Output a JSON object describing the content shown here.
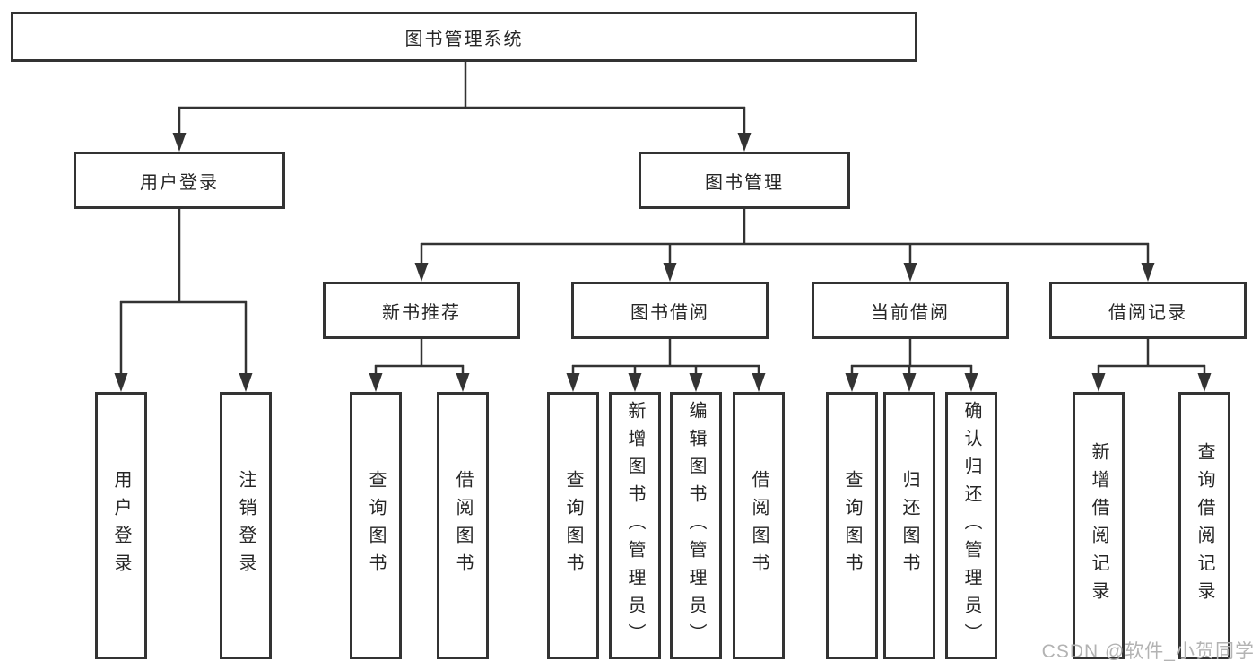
{
  "diagram": {
    "title": "图书管理系统",
    "root": {
      "label": "图书管理系统"
    },
    "level2": [
      {
        "label": "用户登录",
        "children": [
          {
            "label": "用户登录"
          },
          {
            "label": "注销登录"
          }
        ]
      },
      {
        "label": "图书管理",
        "children": [
          {
            "label": "新书推荐",
            "children": [
              {
                "label": "查询图书"
              },
              {
                "label": "借阅图书"
              }
            ]
          },
          {
            "label": "图书借阅",
            "children": [
              {
                "label": "查询图书"
              },
              {
                "label": "新增图书（管理员）"
              },
              {
                "label": "编辑图书（管理员）"
              },
              {
                "label": "借阅图书"
              }
            ]
          },
          {
            "label": "当前借阅",
            "children": [
              {
                "label": "查询图书"
              },
              {
                "label": "归还图书"
              },
              {
                "label": "确认归还（管理员）"
              }
            ]
          },
          {
            "label": "借阅记录",
            "children": [
              {
                "label": "新增借阅记录"
              },
              {
                "label": "查询借阅记录"
              }
            ]
          }
        ]
      }
    ],
    "watermark": "CSDN @软件_小贺同学",
    "colors": {
      "line": "#333333",
      "border": "#333333",
      "text": "#262626",
      "watermark": "#b3b3b3",
      "background": "#ffffff"
    }
  }
}
